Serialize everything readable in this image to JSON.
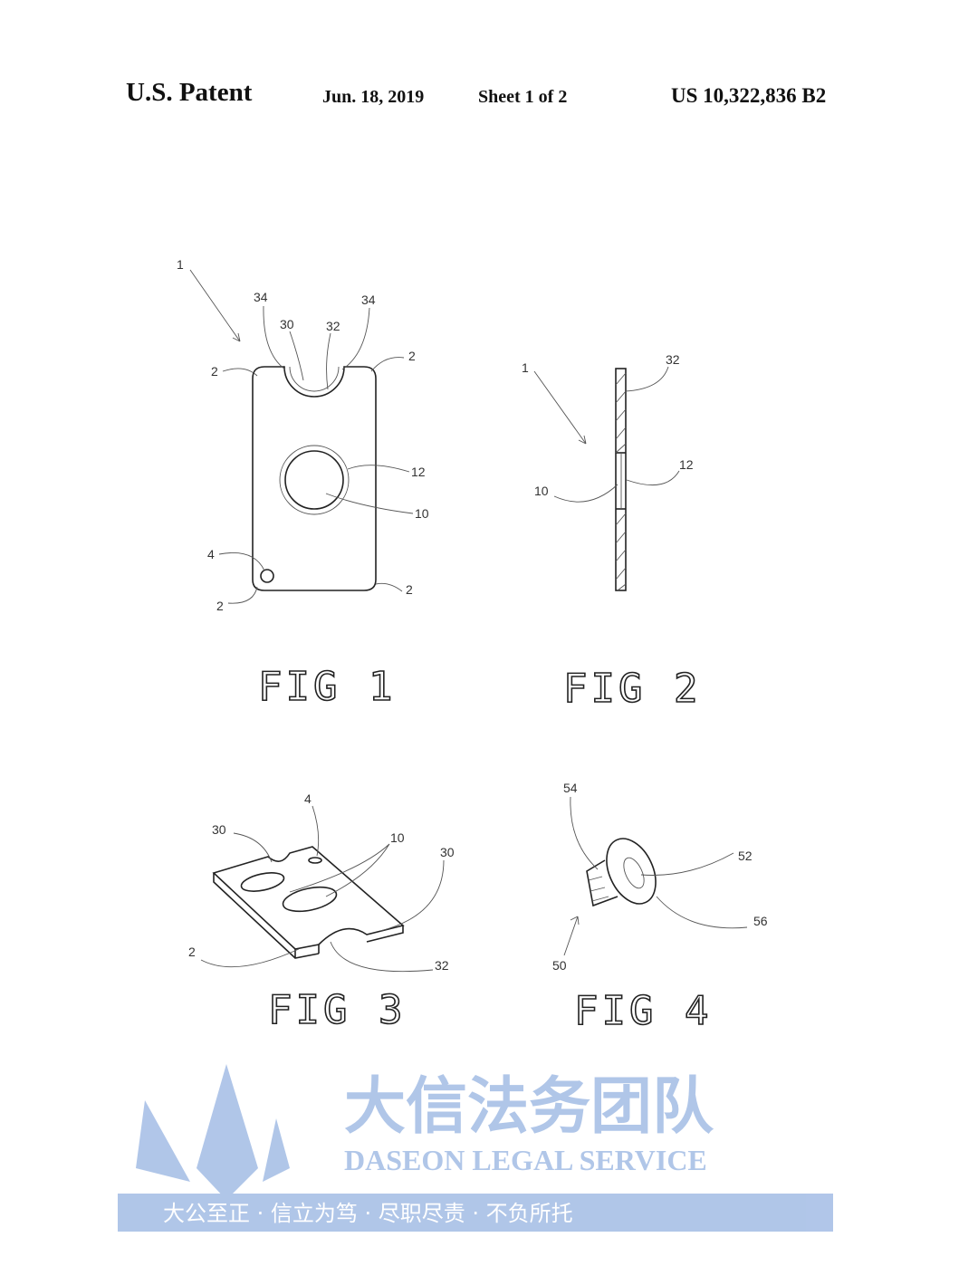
{
  "header": {
    "title": "U.S. Patent",
    "date": "Jun. 18, 2019",
    "sheet": "Sheet 1 of 2",
    "patent_number": "US 10,322,836 B2"
  },
  "fig1": {
    "caption": "FIG 1",
    "labels": [
      "1",
      "34",
      "30",
      "32",
      "34",
      "2",
      "2",
      "12",
      "10",
      "4",
      "2",
      "2"
    ]
  },
  "fig2": {
    "caption": "FIG 2",
    "labels": [
      "1",
      "32",
      "12",
      "10"
    ]
  },
  "fig3": {
    "caption": "FIG 3",
    "labels": [
      "4",
      "30",
      "10",
      "30",
      "2",
      "32"
    ]
  },
  "fig4": {
    "caption": "FIG 4",
    "labels": [
      "54",
      "52",
      "56",
      "50"
    ]
  },
  "watermark": {
    "brand_cn": "大信法务团队",
    "brand_en": "DASEON LEGAL SERVICE",
    "motto": "大公至正 · 信立为笃 · 尽职尽责 · 不负所托",
    "color": "#9db8e3"
  }
}
